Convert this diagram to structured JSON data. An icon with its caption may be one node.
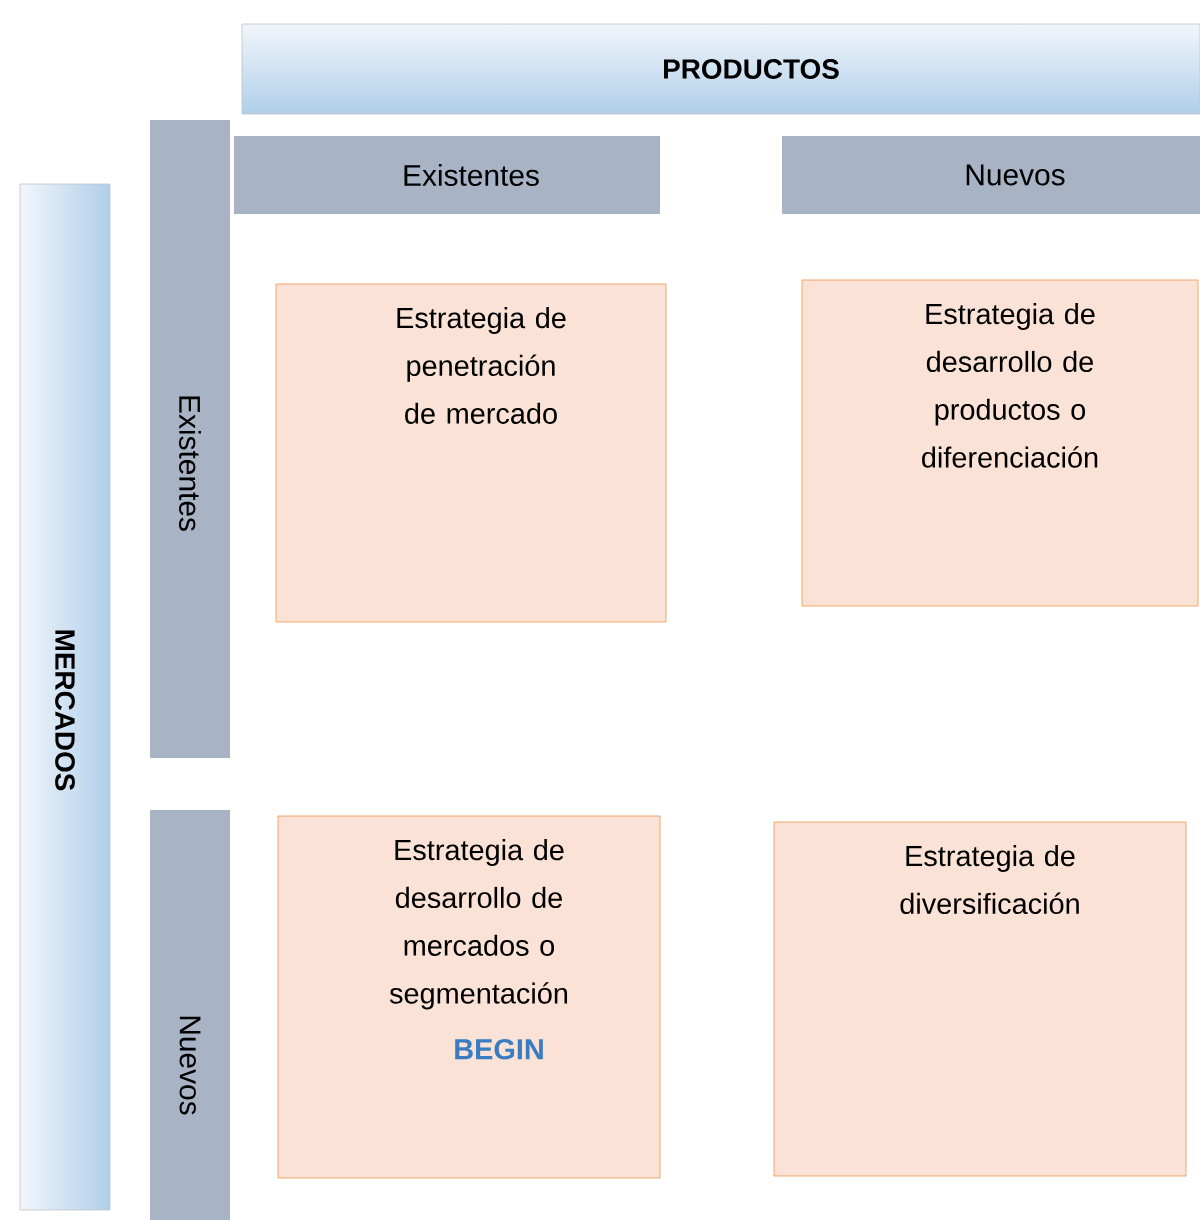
{
  "diagram": {
    "nodes": [
      {
        "text": [
          "PRODUCTOS"
        ]
      },
      {
        "text": [
          "Existentes"
        ]
      },
      {
        "text": [
          "Nuevos"
        ]
      },
      {
        "text": [
          "MERCADOS"
        ]
      },
      {
        "text": [
          "Existentes"
        ]
      },
      {
        "text": [
          "Nuevos"
        ]
      },
      {
        "text": [
          "Estrategia de penetración de mercado"
        ]
      },
      {
        "text": [
          "Estrategia de desarrollo de productos o diferenciación"
        ]
      },
      {
        "text": [
          "Estrategia de desarrollo de mercados o segmentación",
          "BEGIN"
        ]
      },
      {
        "text": [
          "Estrategia de diversificación"
        ]
      }
    ]
  }
}
